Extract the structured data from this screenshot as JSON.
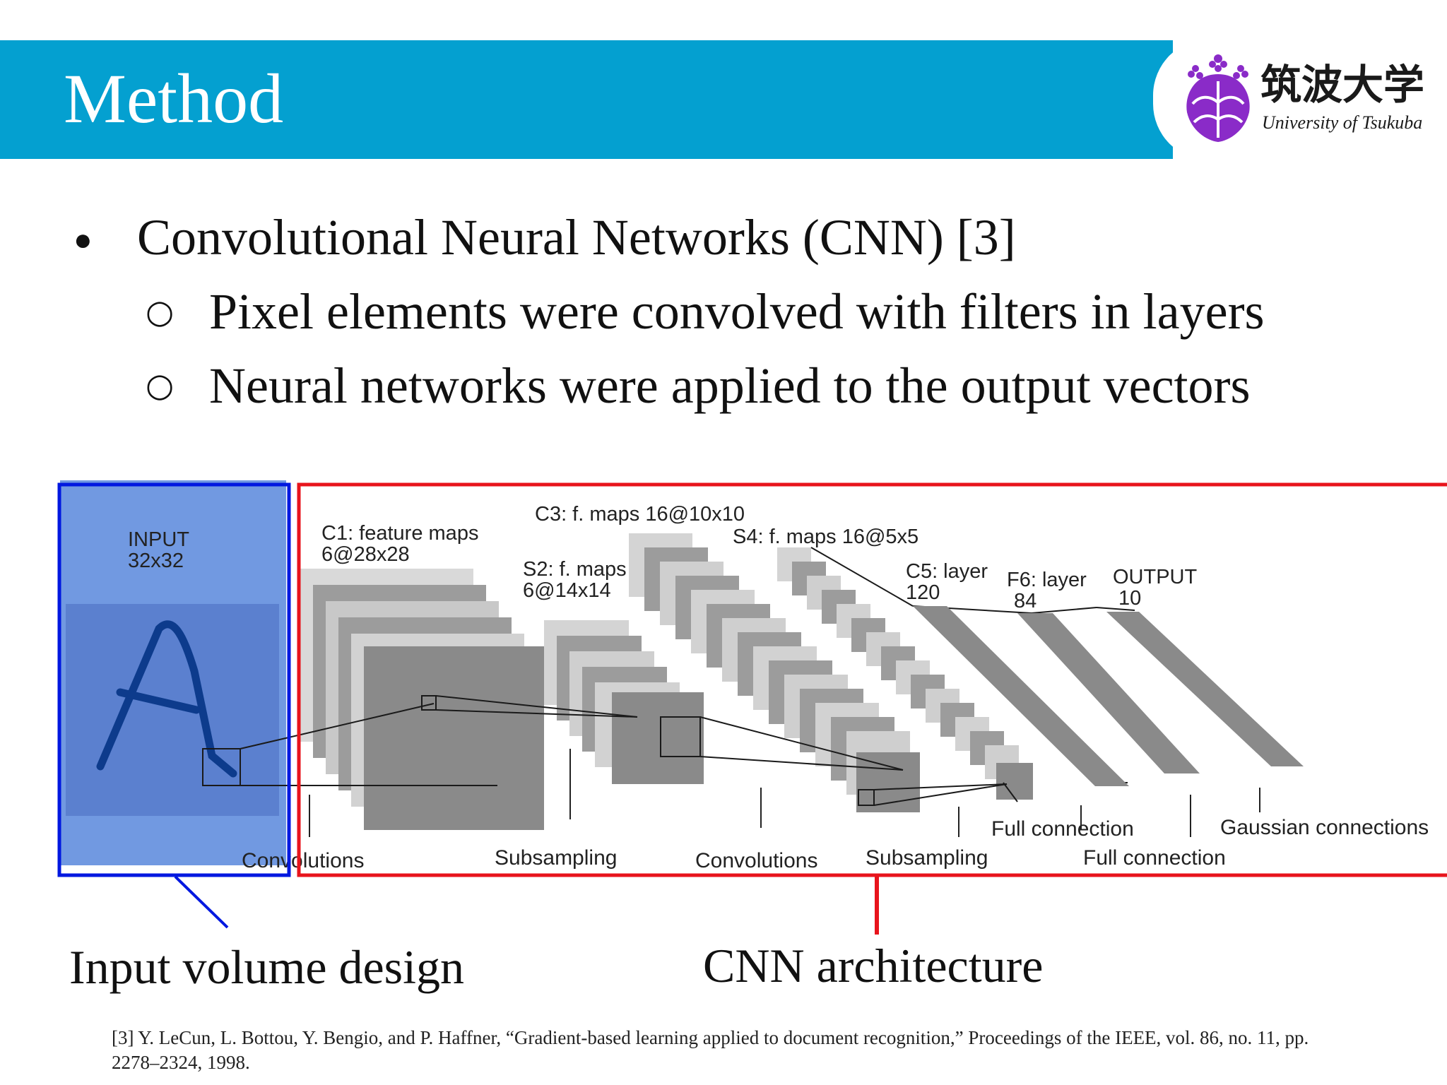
{
  "header": {
    "title": "Method",
    "logo": {
      "name_cjk": "筑波大学",
      "name_en": "University of Tsukuba",
      "accent_color": "#8a2bc8"
    }
  },
  "bullets": {
    "main": "Convolutional  Neural Networks (CNN) [3]",
    "sub": [
      "Pixel elements were convolved with filters in layers",
      "Neural networks were applied to the output vectors"
    ]
  },
  "diagram": {
    "input_label": "INPUT",
    "input_size": "32x32",
    "layers": [
      {
        "name": "C1: feature maps",
        "size": "6@28x28"
      },
      {
        "name": "S2: f. maps",
        "size": "6@14x14"
      },
      {
        "name": "C3: f. maps 16@10x10",
        "size": ""
      },
      {
        "name": "S4: f. maps 16@5x5",
        "size": ""
      },
      {
        "name": "C5: layer",
        "size": "120"
      },
      {
        "name": "F6: layer",
        "size": "84"
      },
      {
        "name": "OUTPUT",
        "size": "10"
      }
    ],
    "operations": [
      "Convolutions",
      "Subsampling",
      "Convolutions",
      "Subsampling",
      "Full connection",
      "Full connection",
      "Gaussian connections"
    ],
    "input_box_color": "#0018e0",
    "cnn_box_color": "#e8141c"
  },
  "captions": {
    "input": "Input volume design",
    "cnn": "CNN architecture"
  },
  "reference": "[3] Y. LeCun, L. Bottou, Y. Bengio, and P. Haffner, “Gradient-based learning applied to document recognition,” Proceedings of the IEEE, vol. 86, no. 11, pp. 2278–2324, 1998."
}
